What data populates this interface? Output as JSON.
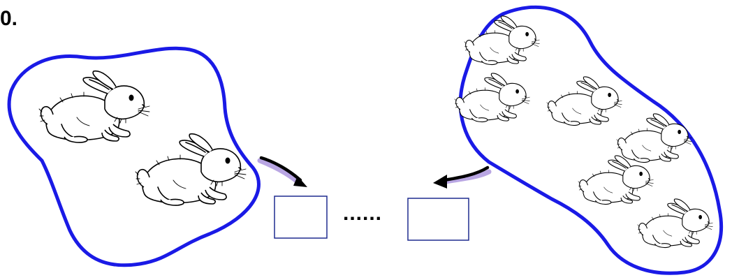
{
  "question_number": "0.",
  "comparison_dots": "......",
  "colors": {
    "outline": "#1a1ae6",
    "box": "#1f2b8f",
    "arrow_shadow": "#b9a6e3"
  },
  "groups": [
    {
      "name": "left-group",
      "rabbit_count": 2
    },
    {
      "name": "right-group",
      "rabbit_count": 6
    }
  ],
  "answer_boxes": [
    {
      "name": "left-answer-box",
      "value": ""
    },
    {
      "name": "right-answer-box",
      "value": ""
    }
  ]
}
